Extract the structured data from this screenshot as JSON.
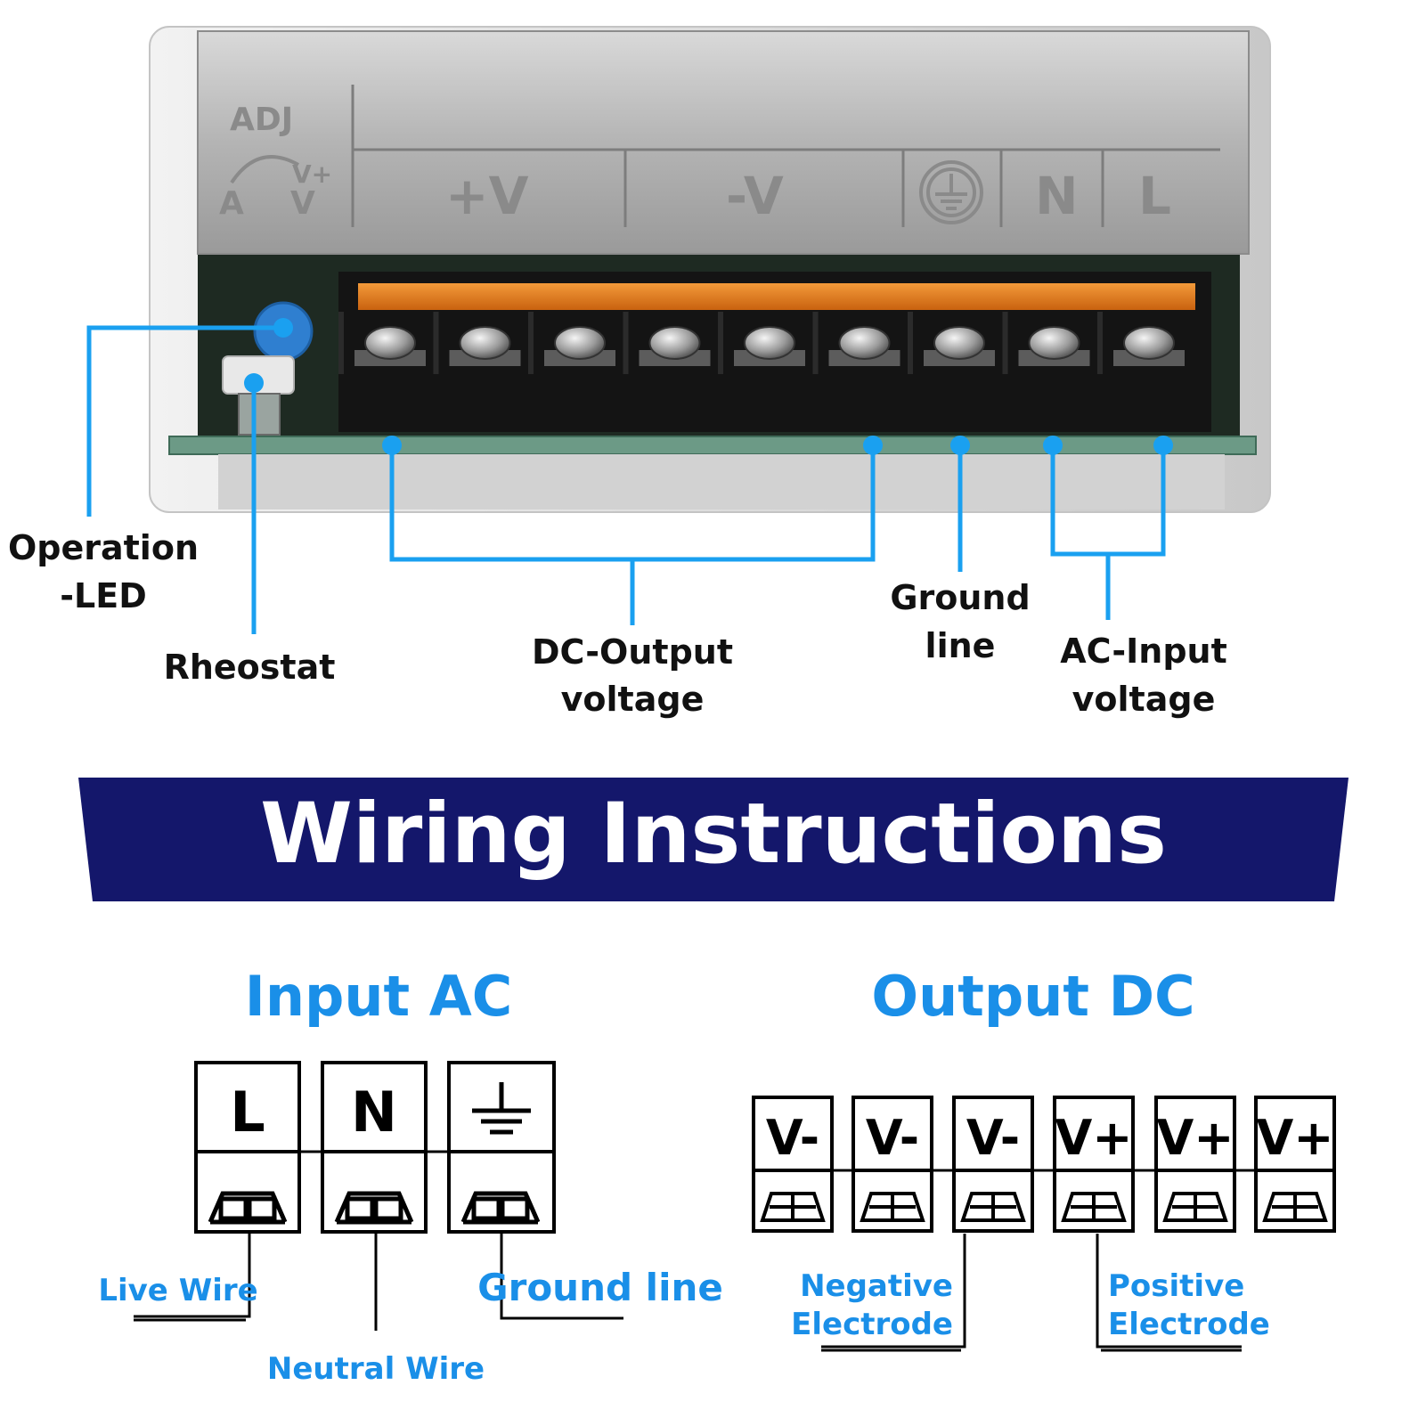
{
  "psu": {
    "panel_labels": {
      "adj": "ADJ",
      "adj_a": "A",
      "adj_v": "V",
      "adj_vplus": "V+",
      "plus_v": "+V",
      "minus_v": "-V",
      "n": "N",
      "l": "L"
    },
    "callouts": {
      "operation_led_line1": "Operation",
      "operation_led_line2": "-LED",
      "rheostat": "Rheostat",
      "dc_output_line1": "DC-Output",
      "dc_output_line2": "voltage",
      "ground_line1": "Ground",
      "ground_line2": "line",
      "ac_input_line1": "AC-Input",
      "ac_input_line2": "voltage"
    }
  },
  "banner": {
    "title": "Wiring Instructions"
  },
  "input_ac": {
    "heading": "Input AC",
    "terminals": [
      "L",
      "N"
    ],
    "wires": {
      "live": "Live Wire",
      "neutral": "Neutral Wire",
      "ground": "Ground line"
    }
  },
  "output_dc": {
    "heading": "Output DC",
    "terminals": [
      "V-",
      "V-",
      "V-",
      "V+",
      "V+",
      "V+"
    ],
    "electrodes": {
      "negative_line1": "Negative",
      "negative_line2": "Electrode",
      "positive_line1": "Positive",
      "positive_line2": "Electrode"
    }
  },
  "colors": {
    "accent_blue": "#1a8fe8",
    "banner_navy": "#14176b",
    "callout_line": "#1aa0f0",
    "terminal_orange": "#e8791e"
  }
}
